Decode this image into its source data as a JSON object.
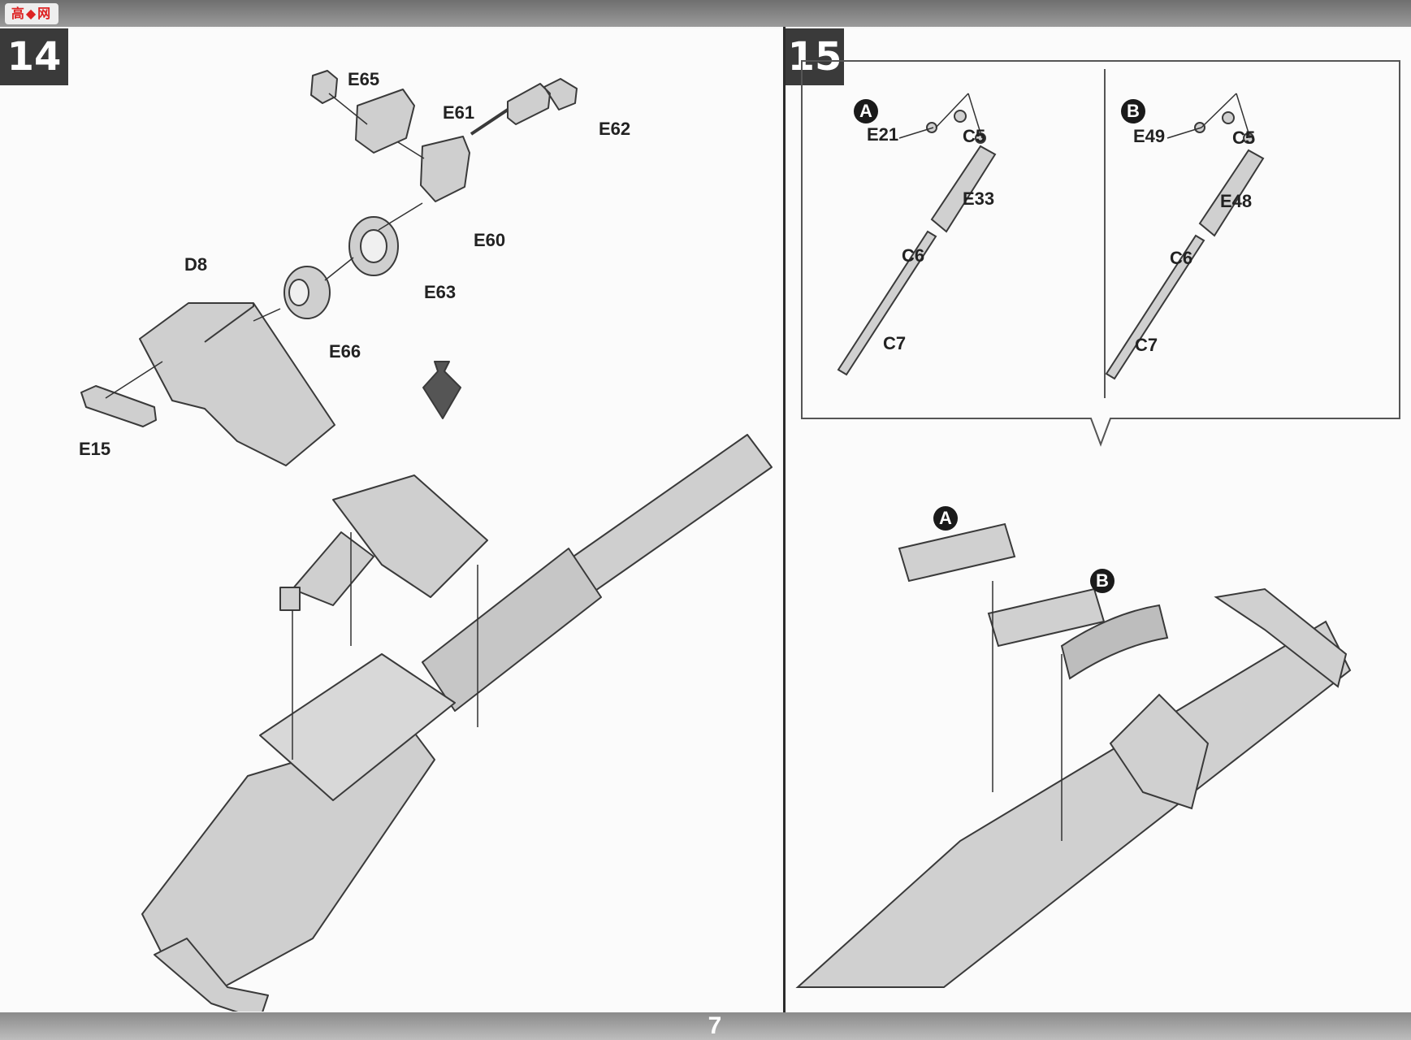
{
  "header": {
    "logo_text": "高◆网"
  },
  "footer": {
    "page_number": "7"
  },
  "step14": {
    "number": "14",
    "parts": {
      "E65": "E65",
      "E61": "E61",
      "E62": "E62",
      "E60": "E60",
      "D8": "D8",
      "E63": "E63",
      "E66": "E66",
      "E15": "E15"
    }
  },
  "step15": {
    "number": "15",
    "variant_a": {
      "tag": "A",
      "parts": {
        "E21": "E21",
        "C5": "C5",
        "E33": "E33",
        "C6": "C6",
        "C7": "C7"
      }
    },
    "variant_b": {
      "tag": "B",
      "parts": {
        "E49": "E49",
        "C5": "C5",
        "E48": "E48",
        "C6": "C6",
        "C7": "C7"
      }
    },
    "main_tag_a": "A",
    "main_tag_b": "B"
  }
}
